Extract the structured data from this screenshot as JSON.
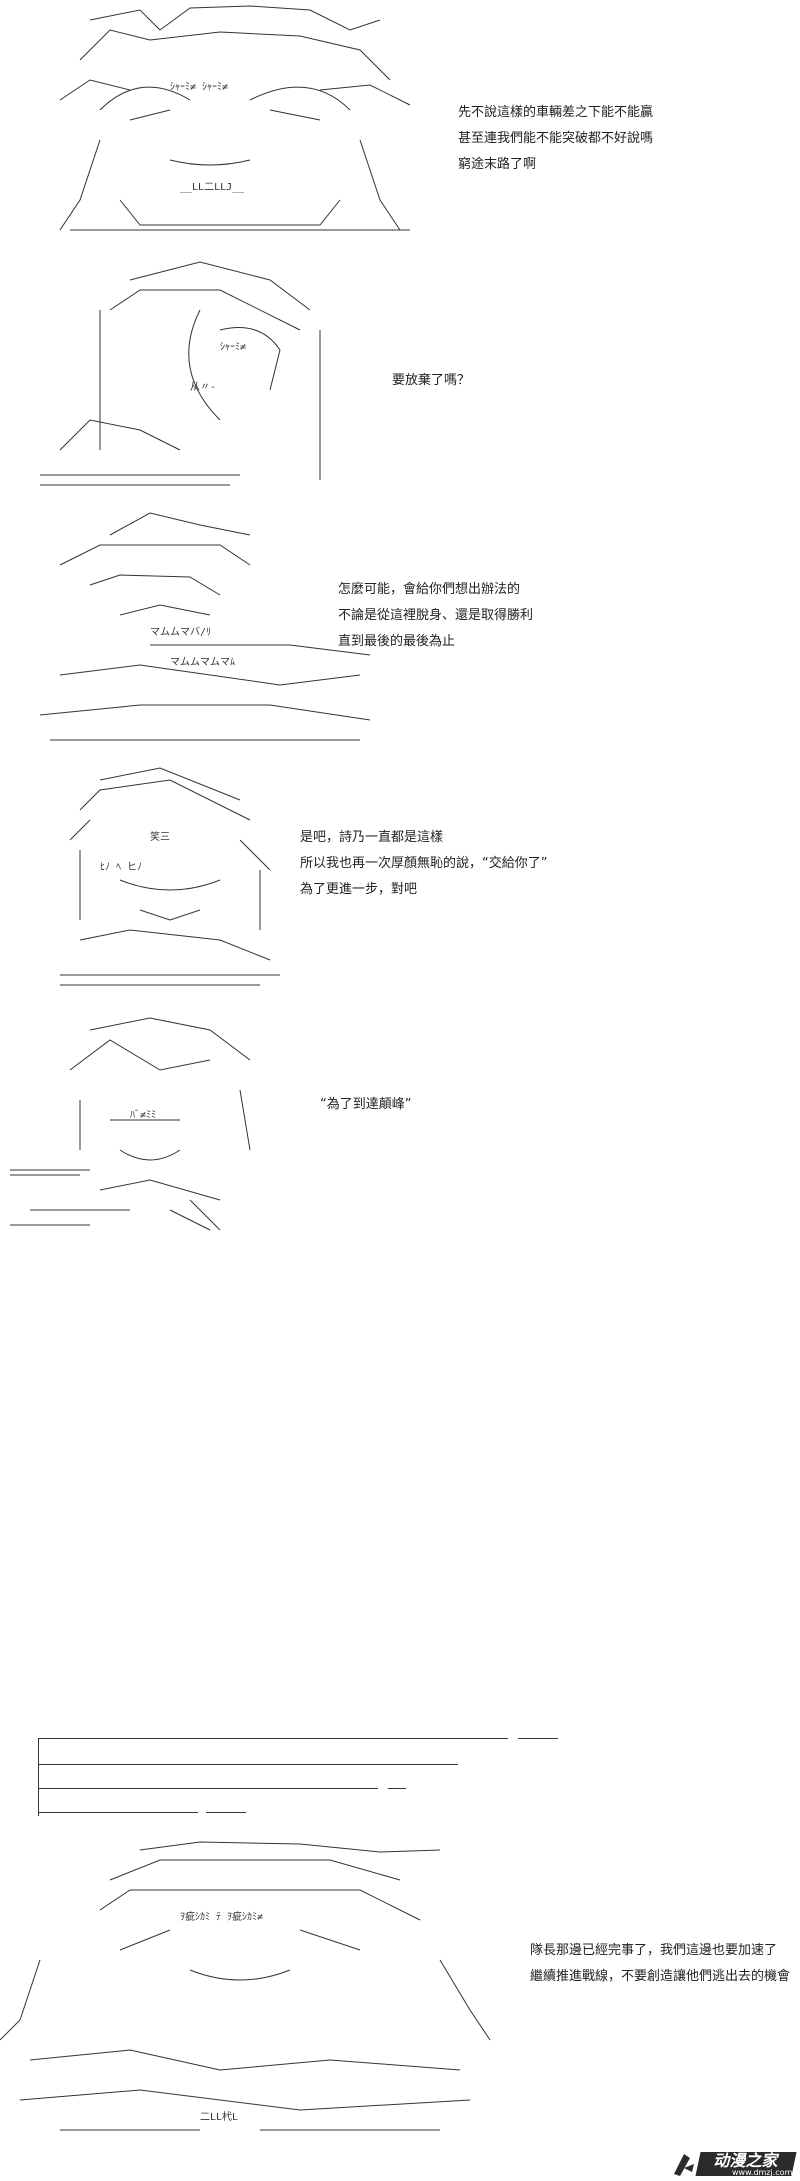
{
  "panels": [
    {
      "id": "p1",
      "caption": [
        "先不說這樣的車輛差之下能不能贏",
        "甚至連我們能不能突破都不好說嗎",
        "窮途末路了啊"
      ]
    },
    {
      "id": "p2",
      "caption": [
        "要放棄了嗎？"
      ]
    },
    {
      "id": "p3",
      "caption": [
        "怎麼可能，會給你們想出辦法的",
        "不論是從這裡脫身、還是取得勝利",
        "直到最後的最後為止"
      ]
    },
    {
      "id": "p4",
      "caption": [
        "是吧，詩乃一直都是這樣",
        "所以我也再一次厚顏無恥的說，“交給你了”",
        "為了更進一步，對吧"
      ]
    },
    {
      "id": "p5",
      "caption": [
        "“為了到達顛峰”"
      ]
    },
    {
      "id": "p6",
      "caption": []
    },
    {
      "id": "p7",
      "caption": [
        "隊長那邊已經完事了，我們這邊也要加速了",
        "繼續推進戰線，不要創造讓他們逃出去的機會"
      ]
    }
  ],
  "watermark": {
    "brand": "动漫之家",
    "url": "www.dmzj.com"
  }
}
